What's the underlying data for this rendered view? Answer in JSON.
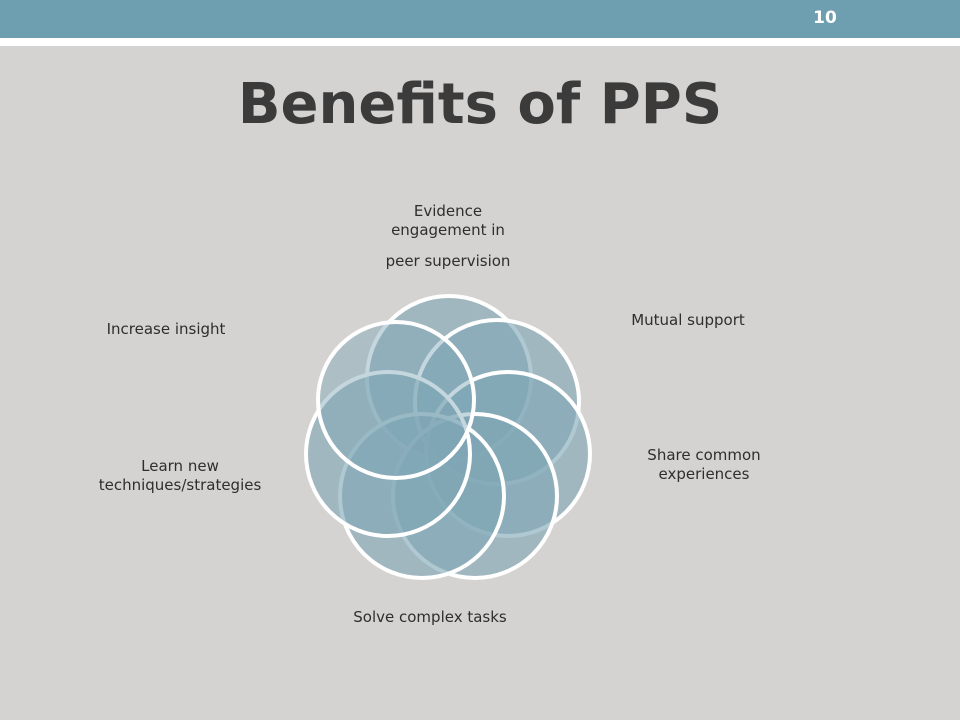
{
  "slide_number": "10",
  "title": "Benefits of PPS",
  "diagram": {
    "type": "venn-cycle",
    "fill": "#7fa6b5",
    "stroke": "#ffffff",
    "nodes": [
      {
        "id": "evidence",
        "label_lines": [
          "Evidence",
          "engagement in",
          "peer supervision"
        ]
      },
      {
        "id": "mutual",
        "label_lines": [
          "Mutual support"
        ]
      },
      {
        "id": "share",
        "label_lines": [
          "Share common",
          "experiences"
        ]
      },
      {
        "id": "solve",
        "label_lines": [
          "Solve complex tasks"
        ]
      },
      {
        "id": "learn",
        "label_lines": [
          "Learn new",
          "techniques/strategies"
        ]
      },
      {
        "id": "insight",
        "label_lines": [
          "Increase insight"
        ]
      }
    ]
  }
}
